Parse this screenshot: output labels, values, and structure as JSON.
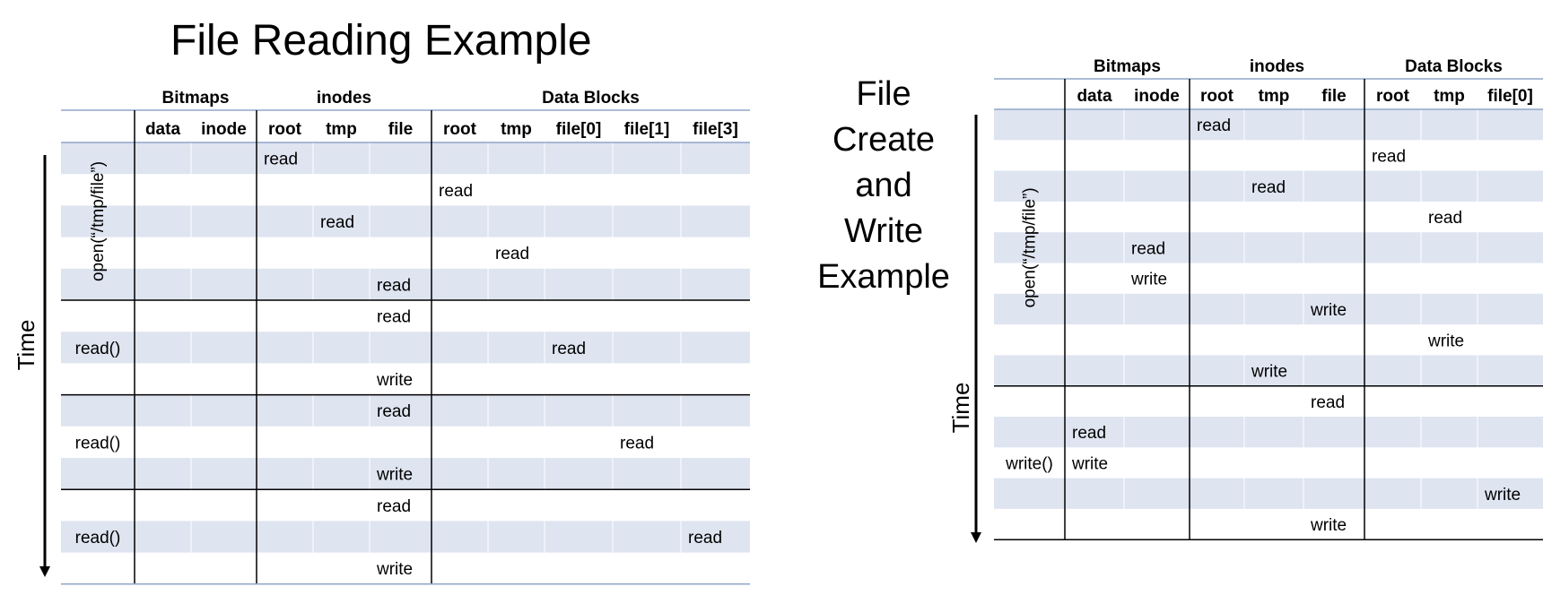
{
  "left": {
    "title": "File Reading Example",
    "groups": [
      "Bitmaps",
      "inodes",
      "Data Blocks"
    ],
    "columns": [
      "data",
      "inode",
      "root",
      "tmp",
      "file",
      "root",
      "tmp",
      "file[0]",
      "file[1]",
      "file[3]"
    ],
    "time_label": "Time",
    "sections": [
      {
        "label": "open(“/tmp/file”)",
        "rotated": true,
        "rows": [
          [
            "",
            "",
            "read",
            "",
            "",
            "",
            "",
            "",
            "",
            ""
          ],
          [
            "",
            "",
            "",
            "",
            "",
            "read",
            "",
            "",
            "",
            ""
          ],
          [
            "",
            "",
            "",
            "read",
            "",
            "",
            "",
            "",
            "",
            ""
          ],
          [
            "",
            "",
            "",
            "",
            "",
            "",
            "read",
            "",
            "",
            ""
          ],
          [
            "",
            "",
            "",
            "",
            "read",
            "",
            "",
            "",
            "",
            ""
          ]
        ]
      },
      {
        "label": "read()",
        "rotated": false,
        "rows": [
          [
            "",
            "",
            "",
            "",
            "read",
            "",
            "",
            "",
            "",
            ""
          ],
          [
            "",
            "",
            "",
            "",
            "",
            "",
            "",
            "read",
            "",
            ""
          ],
          [
            "",
            "",
            "",
            "",
            "write",
            "",
            "",
            "",
            "",
            ""
          ]
        ]
      },
      {
        "label": "read()",
        "rotated": false,
        "rows": [
          [
            "",
            "",
            "",
            "",
            "read",
            "",
            "",
            "",
            "",
            ""
          ],
          [
            "",
            "",
            "",
            "",
            "",
            "",
            "",
            "",
            "read",
            ""
          ],
          [
            "",
            "",
            "",
            "",
            "write",
            "",
            "",
            "",
            "",
            ""
          ]
        ]
      },
      {
        "label": "read()",
        "rotated": false,
        "rows": [
          [
            "",
            "",
            "",
            "",
            "read",
            "",
            "",
            "",
            "",
            ""
          ],
          [
            "",
            "",
            "",
            "",
            "",
            "",
            "",
            "",
            "",
            "read"
          ],
          [
            "",
            "",
            "",
            "",
            "write",
            "",
            "",
            "",
            "",
            ""
          ]
        ]
      }
    ]
  },
  "right": {
    "title_lines": [
      "File",
      "Create",
      "and",
      "Write",
      "Example"
    ],
    "groups": [
      "Bitmaps",
      "inodes",
      "Data Blocks"
    ],
    "columns": [
      "data",
      "inode",
      "root",
      "tmp",
      "file",
      "root",
      "tmp",
      "file[0]"
    ],
    "time_label": "Time",
    "sections": [
      {
        "label": "open(“/tmp/file”)",
        "rotated": true,
        "rows": [
          [
            "",
            "",
            "read",
            "",
            "",
            "",
            "",
            ""
          ],
          [
            "",
            "",
            "",
            "",
            "",
            "read",
            "",
            ""
          ],
          [
            "",
            "",
            "",
            "read",
            "",
            "",
            "",
            ""
          ],
          [
            "",
            "",
            "",
            "",
            "",
            "",
            "read",
            ""
          ],
          [
            "",
            "read",
            "",
            "",
            "",
            "",
            "",
            ""
          ],
          [
            "",
            "write",
            "",
            "",
            "",
            "",
            "",
            ""
          ],
          [
            "",
            "",
            "",
            "",
            "write",
            "",
            "",
            ""
          ],
          [
            "",
            "",
            "",
            "",
            "",
            "",
            "write",
            ""
          ],
          [
            "",
            "",
            "",
            "write",
            "",
            "",
            "",
            ""
          ]
        ]
      },
      {
        "label": "write()",
        "rotated": false,
        "rows": [
          [
            "",
            "",
            "",
            "",
            "read",
            "",
            "",
            ""
          ],
          [
            "read",
            "",
            "",
            "",
            "",
            "",
            "",
            ""
          ],
          [
            "write",
            "",
            "",
            "",
            "",
            "",
            "",
            ""
          ],
          [
            "",
            "",
            "",
            "",
            "",
            "",
            "",
            "write"
          ],
          [
            "",
            "",
            "",
            "",
            "write",
            "",
            "",
            ""
          ]
        ]
      }
    ]
  },
  "colors": {
    "band": "#dee4f0",
    "rule": "#8fa6c8",
    "line": "#000000"
  }
}
